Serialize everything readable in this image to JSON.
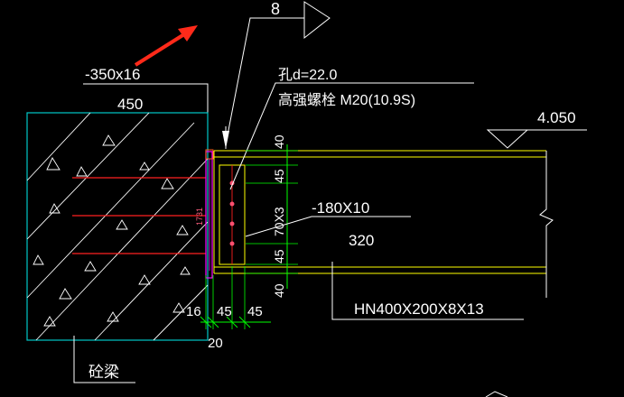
{
  "labels": {
    "section_tag": "8",
    "plate_end": "-350x16",
    "concrete_width": "450",
    "hole_diameter": "孔d=22.0",
    "bolt_spec": "高强螺栓 M20(10.9S)",
    "elevation": "4.050",
    "dim_top": "40",
    "dim_upper": "45",
    "dim_pitch": "70X3",
    "dim_lower": "45",
    "dim_bottom": "40",
    "plate_fin": "-180X10",
    "fin_length": "320",
    "beam_section": "HN400X200X8X13",
    "gap_16": "16",
    "gap_45a": "45",
    "gap_45b": "45",
    "gap_20": "20",
    "member_name": "砼梁",
    "embed_mark": "1731"
  },
  "colors": {
    "background": "#000000",
    "concrete_outline": "#00c8c8",
    "hatch": "#ffffff",
    "steel": "#ffff00",
    "dimension": "#00ff00",
    "anchor": "#ff2020",
    "plate": "#ff00ff",
    "bolt": "#ff5070",
    "arrow": "#ff2a1a",
    "text": "#ffffff"
  }
}
